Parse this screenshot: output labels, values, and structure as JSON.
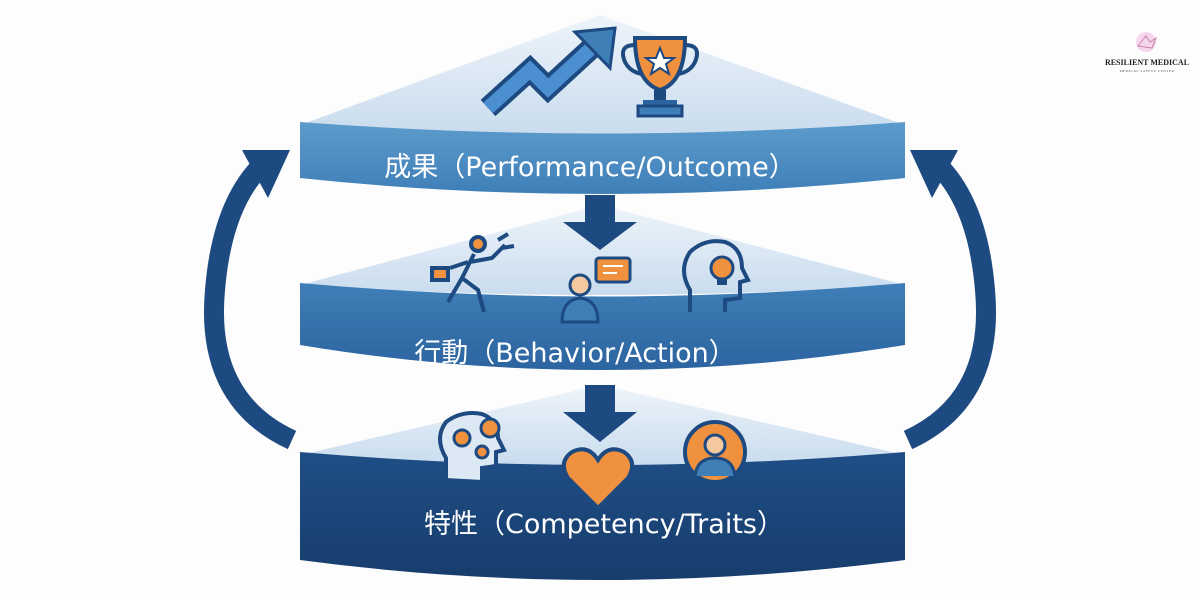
{
  "layers": [
    {
      "label": "成果（Performance/Outcome）",
      "icons": [
        "rising-arrow-icon",
        "trophy-icon"
      ]
    },
    {
      "label": "行動（Behavior/Action）",
      "icons": [
        "running-businessman-icon",
        "presenter-speech-icon",
        "head-lightbulb-icon"
      ]
    },
    {
      "label": "特性（Competency/Traits）",
      "icons": [
        "head-gears-icon",
        "heart-icon",
        "person-badge-icon"
      ]
    }
  ],
  "logo": {
    "title": "RESILIENT MEDICAL",
    "subtitle": "MEDICAL SAFETY CENTER"
  },
  "colors": {
    "navy": "#1d4a80",
    "mid": "#3f7fb8",
    "light": "#dce9f4",
    "orange": "#f0913f"
  }
}
